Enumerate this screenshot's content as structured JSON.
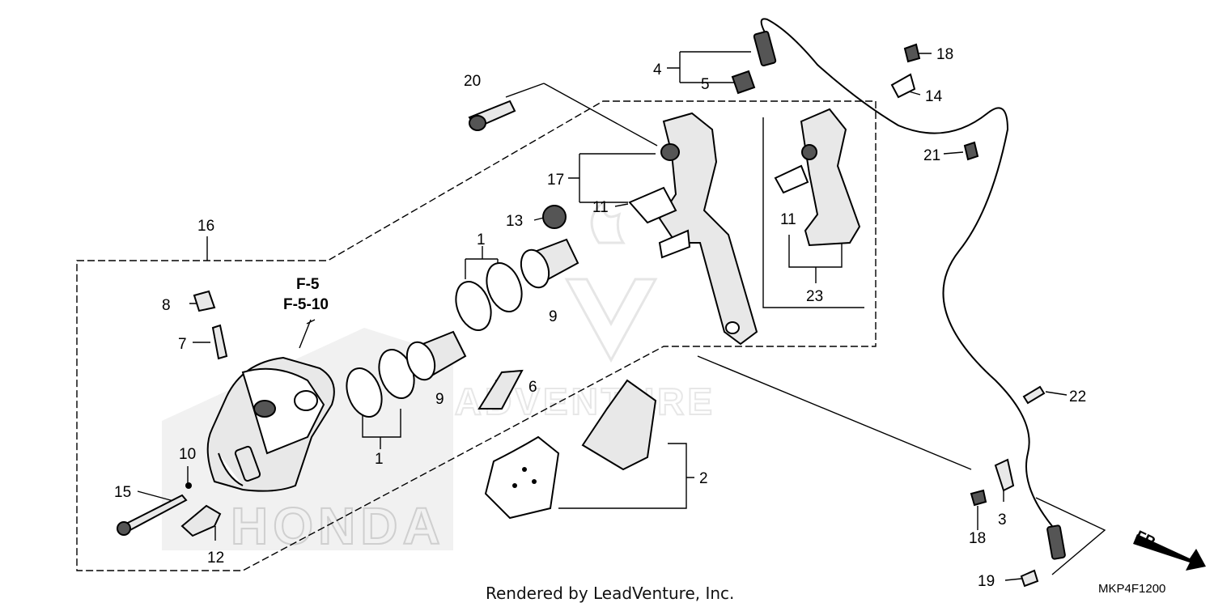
{
  "callouts": {
    "c1a": "1",
    "c1b": "1",
    "c2": "2",
    "c3": "3",
    "c4": "4",
    "c5": "5",
    "c6": "6",
    "c7": "7",
    "c8": "8",
    "c9a": "9",
    "c9b": "9",
    "c10": "10",
    "c11a": "11",
    "c11b": "11",
    "c12": "12",
    "c13": "13",
    "c14": "14",
    "c15": "15",
    "c16": "16",
    "c17": "17",
    "c18a": "18",
    "c18b": "18",
    "c19": "19",
    "c20": "20",
    "c21": "21",
    "c22": "22",
    "c23": "23"
  },
  "refs": {
    "ref1": "F-5",
    "ref2": "F-5-10"
  },
  "watermark": "LEADVENTURE",
  "brand_mark": "HONDA",
  "footer": "Rendered by LeadVenture, Inc.",
  "diagram_code": "MKP4F1200",
  "direction_label": "FR."
}
